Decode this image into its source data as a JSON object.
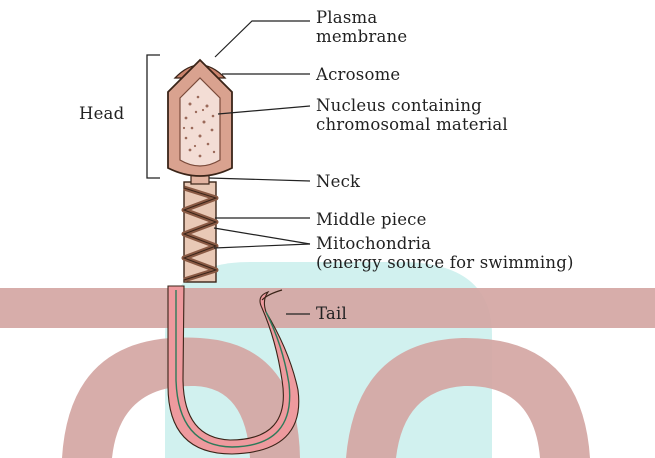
{
  "diagram": {
    "labels": {
      "plasma_membrane": [
        "Plasma",
        "membrane"
      ],
      "acrosome": "Acrosome",
      "nucleus": [
        "Nucleus containing",
        "chromosomal material"
      ],
      "head": "Head",
      "neck": "Neck",
      "middle_piece": "Middle piece",
      "mitochondria": [
        "Mitochondria",
        "(energy source for swimming)"
      ],
      "tail": "Tail"
    },
    "colors": {
      "outline": "#3a2418",
      "head_fill": "#d9a28f",
      "nucleus_fill": "#f3ddd5",
      "middle_fill": "#e9c9b6",
      "mito_fill": "#8a5a44",
      "tail_fill": "#ee9a9e",
      "tail_stripe": "#2e7a5a",
      "watermark_pink": "#d4a6a3",
      "watermark_cyan": "#c2ecea"
    }
  }
}
